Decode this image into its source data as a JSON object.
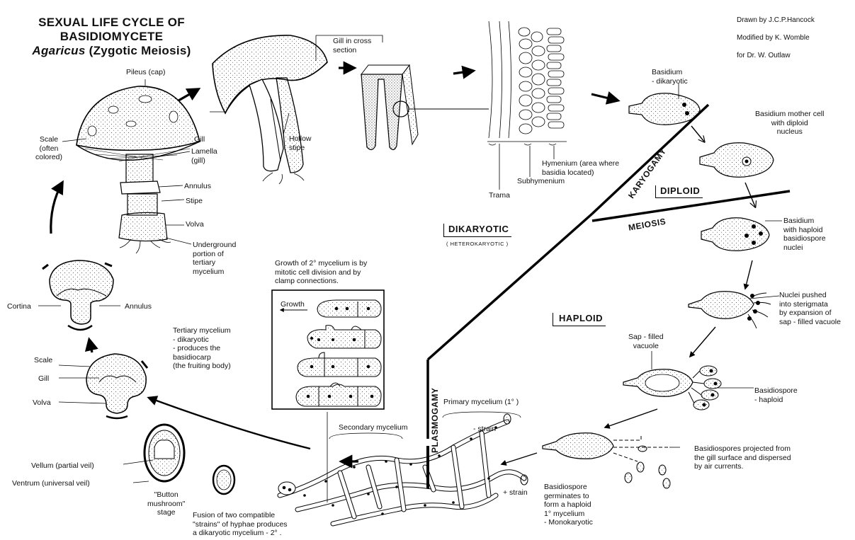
{
  "title": {
    "line1": "SEXUAL LIFE CYCLE OF",
    "line2": "BASIDIOMYCETE",
    "genus": "Agaricus",
    "subtitle": "(Zygotic Meiosis)"
  },
  "credits": {
    "line1": "Drawn by J.C.P.Hancock",
    "line2": "Modified by K. Womble",
    "line3": "for Dr. W. Outlaw"
  },
  "phases": {
    "dikaryotic": "DIKARYOTIC",
    "heterokaryotic": "( HETEROKARYOTIC )",
    "diploid": "DIPLOID",
    "haploid": "HAPLOID",
    "karyogamy": "KARYOGAMY",
    "meiosis": "MEIOSIS",
    "plasmogamy": "PLASMOGAMY"
  },
  "labels": {
    "pileus": "Pileus (cap)",
    "scale_mature": "Scale\n(often\ncolored)",
    "lamella": "Lamella\n(gill)",
    "annulus_mature": "Annulus",
    "stipe": "Stipe",
    "volva_mature": "Volva",
    "underground": "Underground\nportion of\ntertiary\nmycelium",
    "gill_section": "Gill",
    "hollow_stipe": "Hollow\nstipe",
    "gill_cross_section": "Gill in cross\nsection",
    "trama": "Trama",
    "subhymenium": "Subhymenium",
    "hymenium": "Hymenium (area where\nbasidia located)",
    "basidium_dikaryotic": "Basidium\n- dikaryotic",
    "basidium_mother": "Basidium mother cell\nwith diploid\nnucleus",
    "basidium_haploid": "Basidium\nwith haploid\nbasidiospore\nnuclei",
    "nuclei_pushed": "Nuclei pushed\ninto sterigmata\nby expansion of\nsap - filled vacuole",
    "sap_vacuole": "Sap - filled\nvacuole",
    "basidiospore_haploid": "Basidiospore\n- haploid",
    "spores_projected": "Basidiospores projected from\nthe gill surface and dispersed\nby air currents.",
    "spore_germinates": "Basidiospore\ngerminates to\nform a haploid\n1° mycelium\n- Monokaryotic",
    "primary_mycelium": "Primary mycelium (1° )",
    "minus_strain": "- strain",
    "plus_strain": "+ strain",
    "secondary_mycelium": "Secondary mycelium",
    "fusion": "Fusion of two compatible\n\"strains\" of hyphae produces\na dikaryotic mycelium - 2° .",
    "growth_2nd": "Growth of 2° mycelium is by\nmitotic cell division and by\nclamp connections.",
    "growth": "Growth",
    "tertiary": "Tertiary mycelium\n- dikaryotic\n- produces the\n      basidiocarp\n   (the fruiting body)",
    "cortina": "Cortina",
    "annulus_young": "Annulus",
    "scale_button": "Scale",
    "gill_button": "Gill",
    "volva_button": "Volva",
    "vellum": "Vellum   (partial veil)",
    "ventrum": "Ventrum   (universal veil)",
    "button_stage": "\"Button\nmushroom\"\nstage"
  }
}
